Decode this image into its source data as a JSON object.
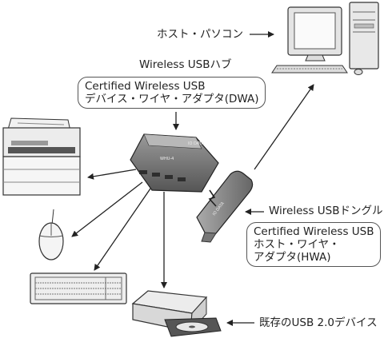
{
  "labels": {
    "host_pc": "ホスト・パソコン",
    "wireless_usb_hub": "Wireless USBハブ",
    "wireless_usb_dongle": "Wireless USBドングル",
    "existing_usb_device": "既存のUSB 2.0デバイス"
  },
  "dwa_box": {
    "line1": "Certified Wireless USB",
    "line2": "デバイス・ワイヤ・アダプタ(DWA)"
  },
  "hwa_box": {
    "line1": "Certified Wireless USB",
    "line2": "ホスト・ワイヤ・",
    "line3": "アダプタ(HWA)"
  },
  "device_text": {
    "hub_brand": "IO DATA",
    "hub_model": "WHU-4",
    "dongle_brand": "IO DATA"
  }
}
